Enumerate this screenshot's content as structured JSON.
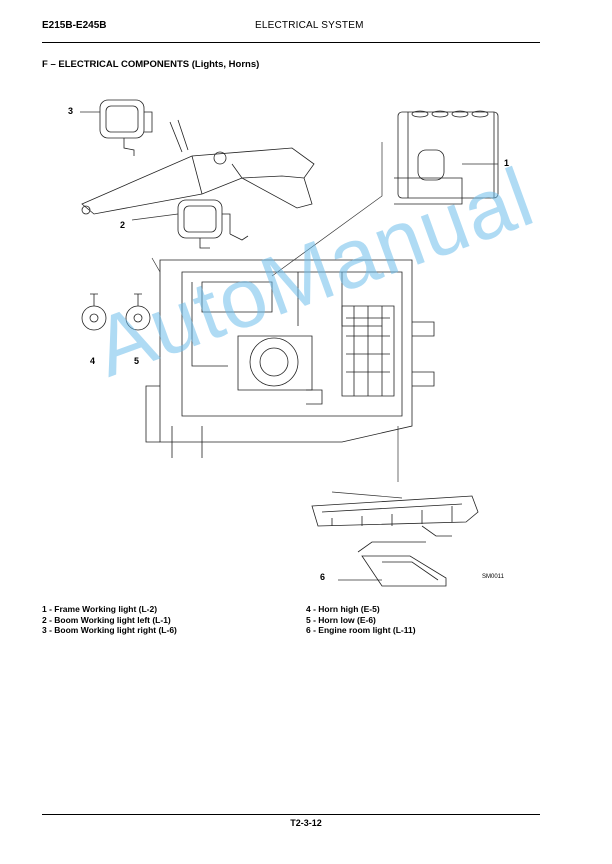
{
  "header": {
    "model": "E215B-E245B",
    "title": "ELECTRICAL SYSTEM"
  },
  "section": {
    "title": "F – ELECTRICAL COMPONENTS (Lights, Horns)"
  },
  "figure": {
    "callouts": [
      "1",
      "2",
      "3",
      "4",
      "5",
      "6"
    ],
    "code": "SM0011"
  },
  "legend": {
    "left": [
      "1 - Frame Working light (L-2)",
      "2 - Boom Working light left (L-1)",
      "3 - Boom Working light right (L-6)"
    ],
    "right": [
      "4 - Horn high (E-5)",
      "5 - Horn low (E-6)",
      "6 - Engine room light (L-11)"
    ]
  },
  "footer": {
    "page": "T2-3-12"
  },
  "watermark": {
    "text": "AutoManual",
    "color": "#6ebeeb"
  }
}
